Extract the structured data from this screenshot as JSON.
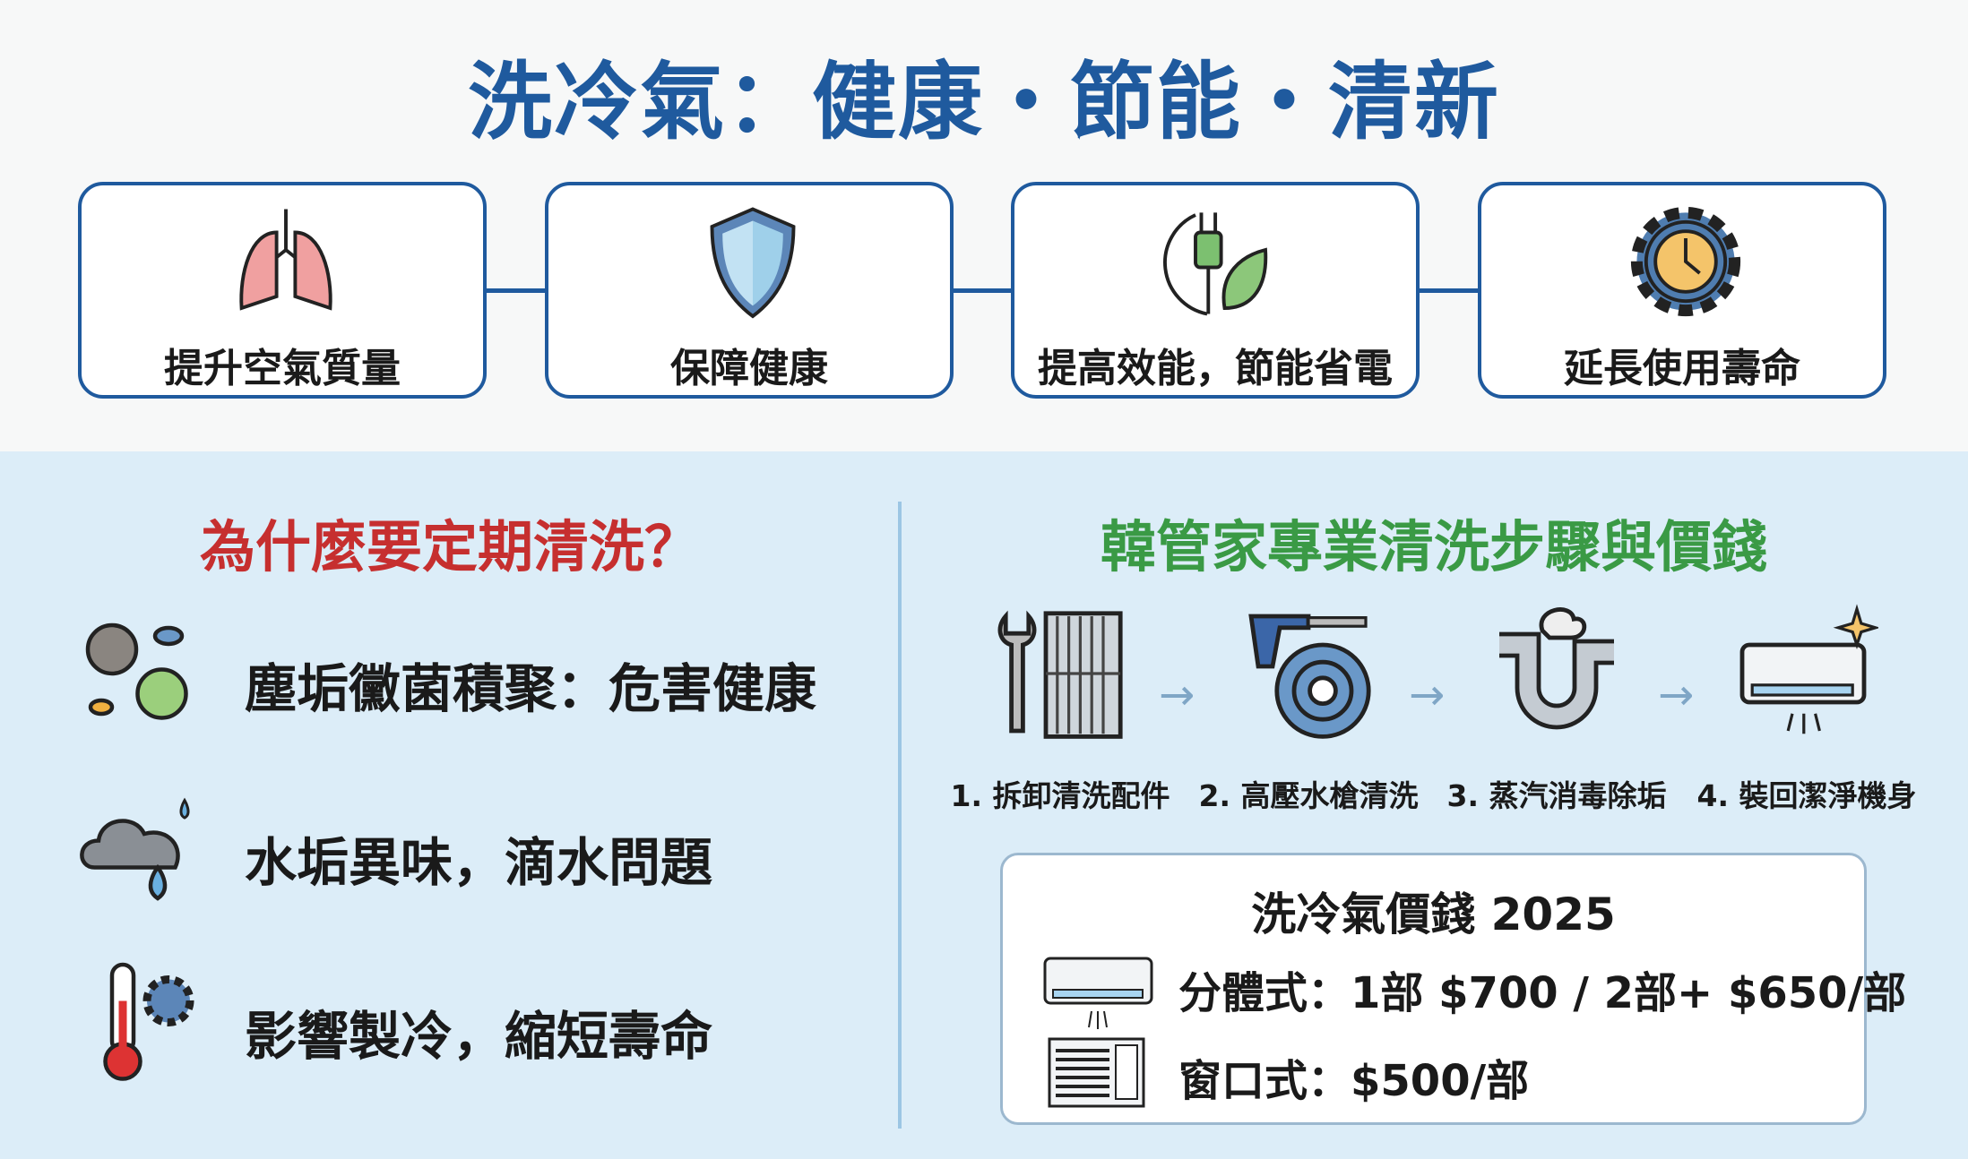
{
  "title": "洗冷氣：健康・節能・清新",
  "benefits": [
    {
      "label": "提升空氣質量",
      "icon": "lungs-icon"
    },
    {
      "label": "保障健康",
      "icon": "shield-icon"
    },
    {
      "label": "提高效能，節能省電",
      "icon": "plug-leaf-icon"
    },
    {
      "label": "延長使用壽命",
      "icon": "gear-clock-icon"
    }
  ],
  "left": {
    "heading": "為什麼要定期清洗？",
    "reasons": [
      {
        "text": "塵垢黴菌積聚：危害健康",
        "icon": "germs-icon"
      },
      {
        "text": "水垢異味，滴水問題",
        "icon": "cloud-drop-icon"
      },
      {
        "text": "影響製冷，縮短壽命",
        "icon": "thermometer-gear-icon"
      }
    ]
  },
  "right": {
    "heading": "韓管家專業清洗步驟與價錢",
    "steps": [
      {
        "label": "1. 拆卸清洗配件",
        "icon": "wrench-filter-icon"
      },
      {
        "label": "2. 高壓水槍清洗",
        "icon": "pressure-washer-icon"
      },
      {
        "label": "3. 蒸汽消毒除垢",
        "icon": "steam-pipe-icon"
      },
      {
        "label": "4. 裝回潔淨機身",
        "icon": "clean-ac-icon"
      }
    ],
    "arrow": "→",
    "price": {
      "title": "洗冷氣價錢 2025",
      "split": "分體式：1部 $700 / 2部+ $650/部",
      "window": "窗口式：$500/部"
    }
  },
  "colors": {
    "primary": "#1f5a9e",
    "red": "#c62f2f",
    "green": "#3a9a45",
    "panel": "#dcedf8"
  }
}
